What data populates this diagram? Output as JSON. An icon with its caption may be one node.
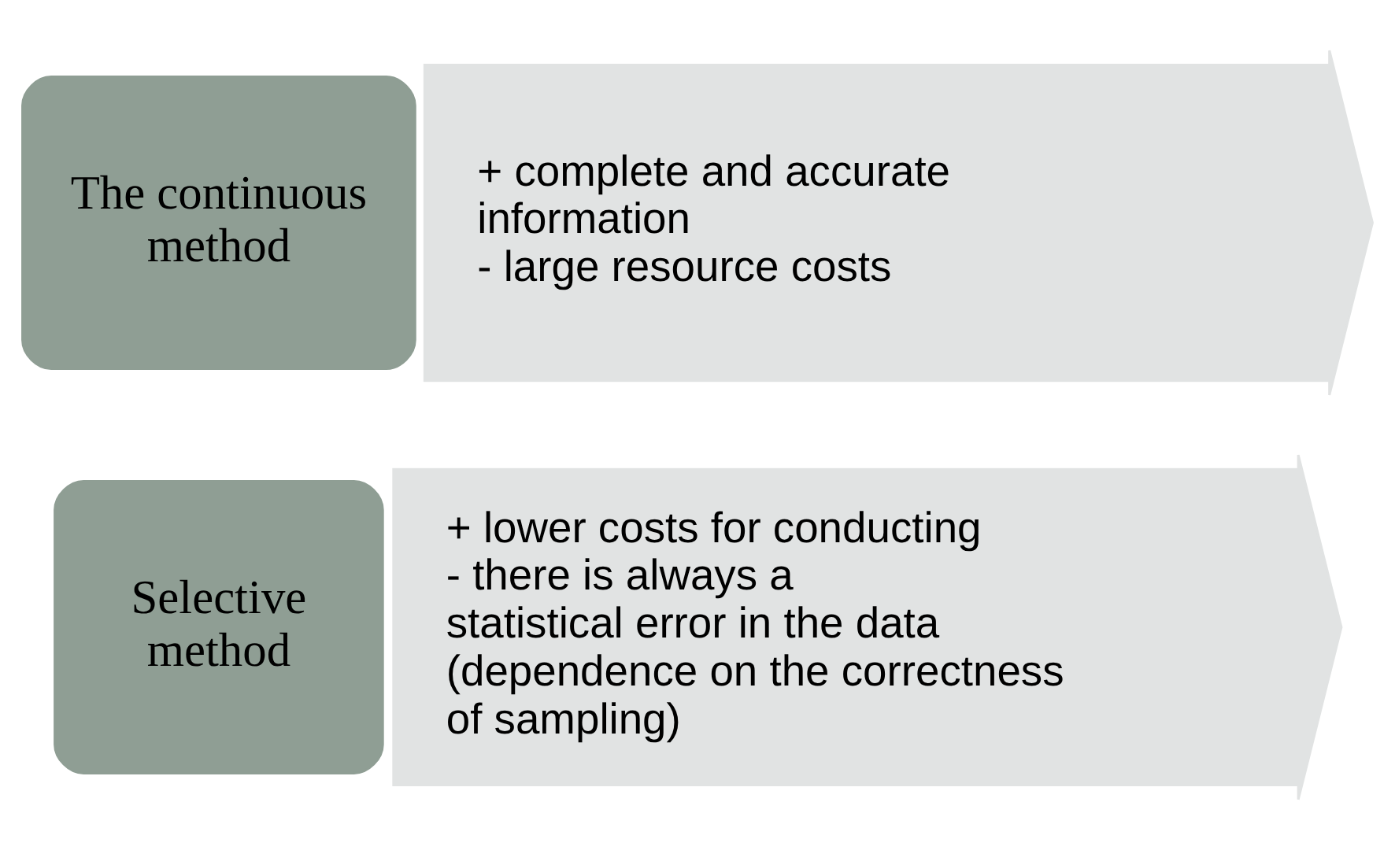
{
  "diagram": {
    "nodes": [
      {
        "text": [
          "The continuous method"
        ]
      },
      {
        "text": [
          "+ complete and accurate information",
          "- large resource costs"
        ]
      },
      {
        "text": [
          "Selective method"
        ]
      },
      {
        "text": [
          "+ lower costs for conducting",
          "- there is always a statistical error in the data (dependence on the correctness of sampling)"
        ]
      }
    ]
  }
}
